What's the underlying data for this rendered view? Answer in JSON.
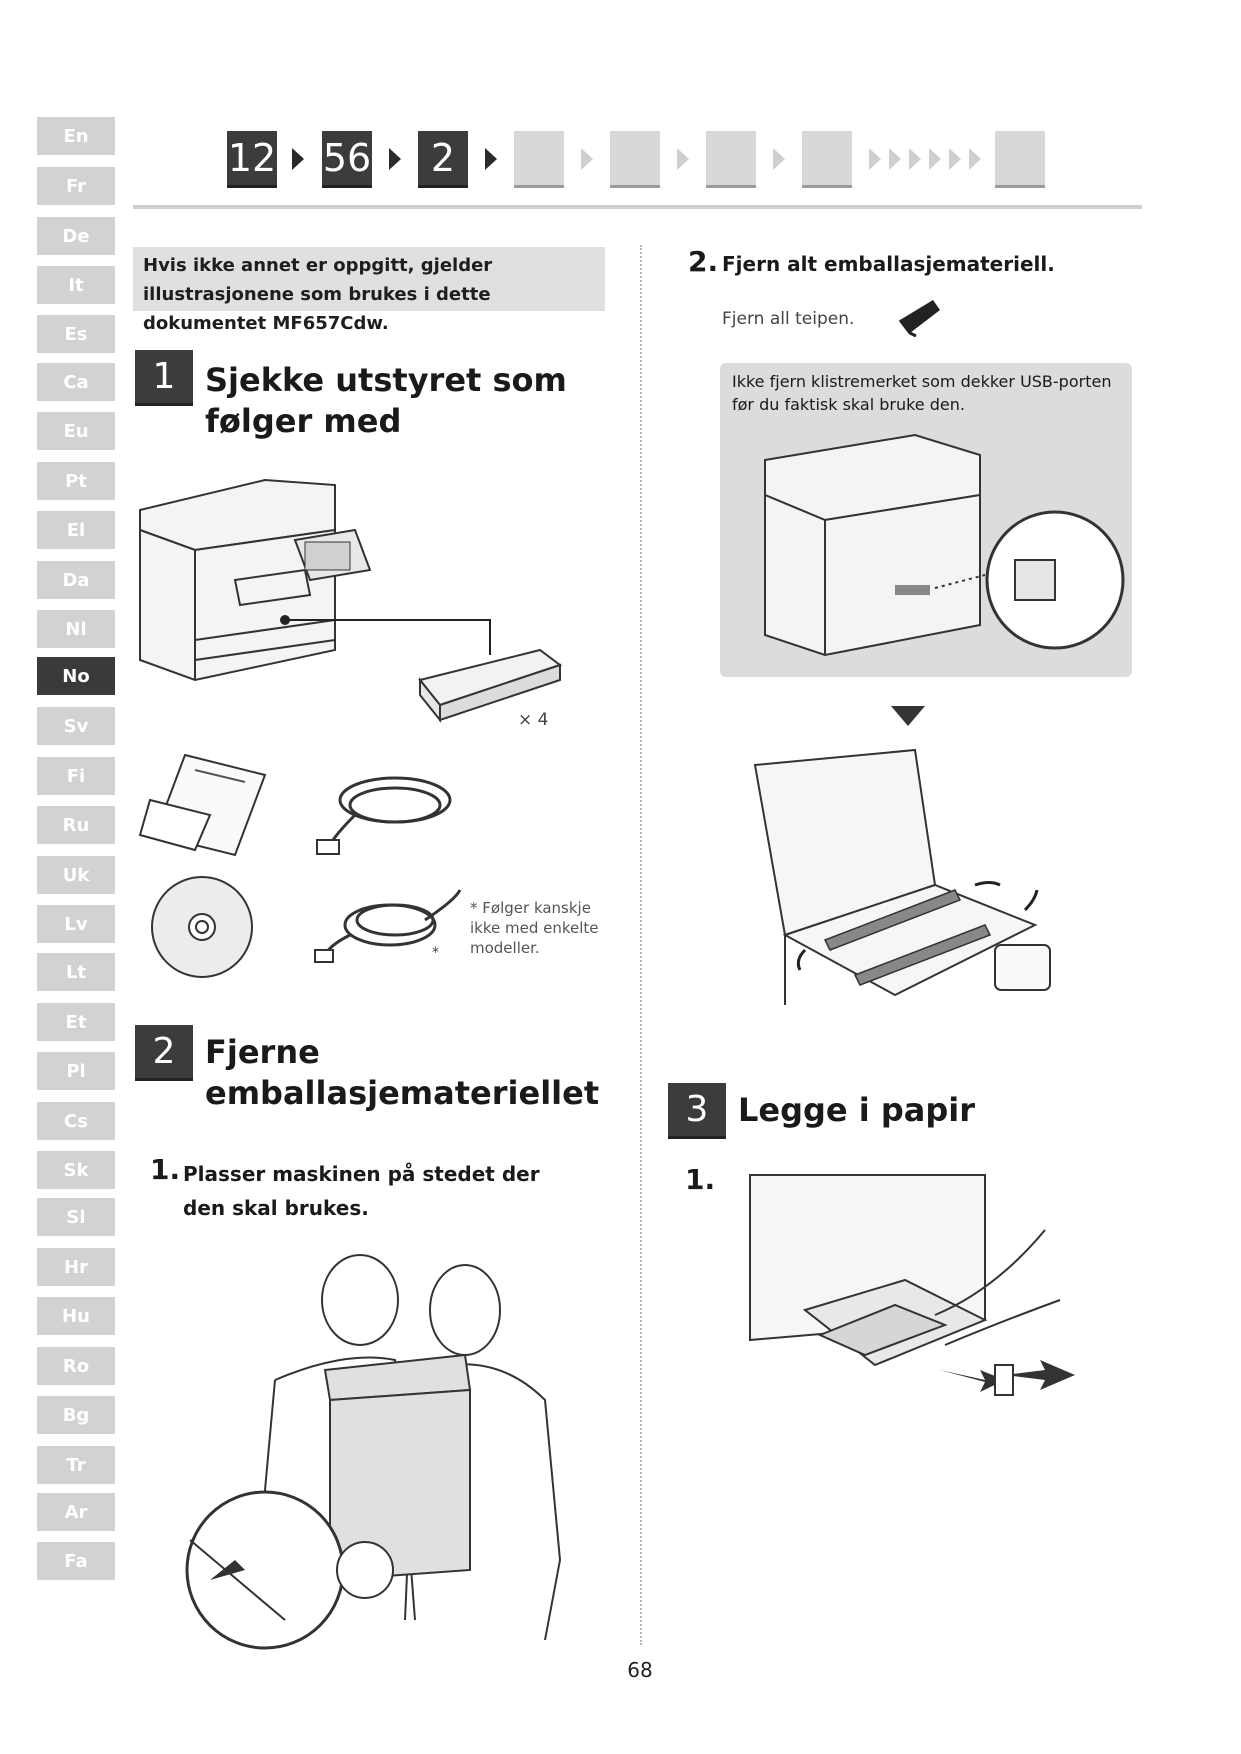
{
  "languages": [
    {
      "code": "En",
      "active": false
    },
    {
      "code": "Fr",
      "active": false
    },
    {
      "code": "De",
      "active": false
    },
    {
      "code": "It",
      "active": false
    },
    {
      "code": "Es",
      "active": false
    },
    {
      "code": "Ca",
      "active": false
    },
    {
      "code": "Eu",
      "active": false
    },
    {
      "code": "Pt",
      "active": false
    },
    {
      "code": "El",
      "active": false
    },
    {
      "code": "Da",
      "active": false
    },
    {
      "code": "Nl",
      "active": false
    },
    {
      "code": "No",
      "active": true
    },
    {
      "code": "Sv",
      "active": false
    },
    {
      "code": "Fi",
      "active": false
    },
    {
      "code": "Ru",
      "active": false
    },
    {
      "code": "Uk",
      "active": false
    },
    {
      "code": "Lv",
      "active": false
    },
    {
      "code": "Lt",
      "active": false
    },
    {
      "code": "Et",
      "active": false
    },
    {
      "code": "Pl",
      "active": false
    },
    {
      "code": "Cs",
      "active": false
    },
    {
      "code": "Sk",
      "active": false
    },
    {
      "code": "Sl",
      "active": false
    },
    {
      "code": "Hr",
      "active": false
    },
    {
      "code": "Hu",
      "active": false
    },
    {
      "code": "Ro",
      "active": false
    },
    {
      "code": "Bg",
      "active": false
    },
    {
      "code": "Tr",
      "active": false
    },
    {
      "code": "Ar",
      "active": false
    },
    {
      "code": "Fa",
      "active": false
    }
  ],
  "progress": {
    "box1": "12",
    "box2": "56",
    "box3": "2"
  },
  "note": "Hvis ikke annet er oppgitt, gjelder illustrasjonene som brukes i dette dokumentet MF657Cdw.",
  "section1": {
    "number": "1",
    "title_line1": "Sjekke utstyret som",
    "title_line2": "følger med"
  },
  "contents": {
    "toner_qty": "× 4",
    "footnote_mark": "*",
    "footnote": "Følger kanskje ikke med enkelte modeller."
  },
  "section2": {
    "number": "2",
    "title_line1": "Fjerne",
    "title_line2": "emballasjemateriellet",
    "step1_num": "1.",
    "step1_text": "Plasser maskinen på stedet der den skal brukes.",
    "step2_num": "2.",
    "step2_text": "Fjern alt emballasjemateriell.",
    "tape_text": "Fjern all teipen.",
    "warning": "Ikke fjern klistremerket som dekker USB-porten før du faktisk skal bruke den."
  },
  "section3": {
    "number": "3",
    "title": "Legge i papir",
    "step1_num": "1."
  },
  "page_number": "68",
  "colors": {
    "tab_inactive": "#d2d2d2",
    "tab_active": "#3a3a3a",
    "section_box": "#3c3c3c",
    "note_bg": "#e0e0e0"
  }
}
